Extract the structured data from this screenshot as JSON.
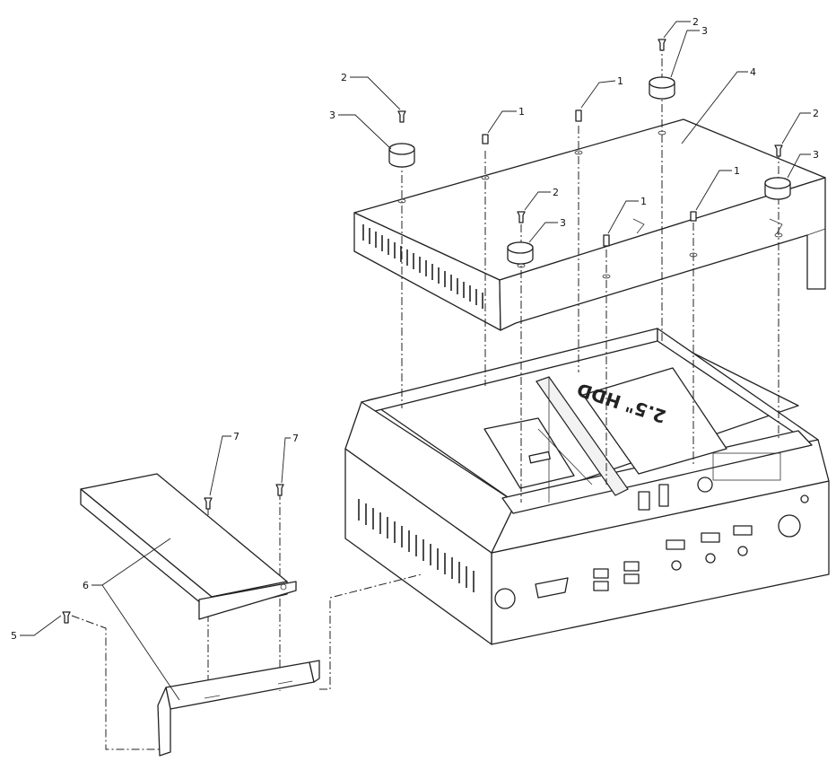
{
  "diagram": {
    "hdd_label": "2.5\" HDD",
    "callouts": [
      {
        "id": "c2a",
        "text": "2"
      },
      {
        "id": "c3a",
        "text": "3"
      },
      {
        "id": "c1a",
        "text": "1"
      },
      {
        "id": "c1b",
        "text": "1"
      },
      {
        "id": "c2b",
        "text": "2"
      },
      {
        "id": "c3b",
        "text": "3"
      },
      {
        "id": "c4",
        "text": "4"
      },
      {
        "id": "c2c",
        "text": "2"
      },
      {
        "id": "c3c",
        "text": "3"
      },
      {
        "id": "c2d",
        "text": "2"
      },
      {
        "id": "c3d",
        "text": "3"
      },
      {
        "id": "c1c",
        "text": "1"
      },
      {
        "id": "c1d",
        "text": "1"
      },
      {
        "id": "c7a",
        "text": "7"
      },
      {
        "id": "c7b",
        "text": "7"
      },
      {
        "id": "c5",
        "text": "5"
      },
      {
        "id": "c6",
        "text": "6"
      }
    ]
  }
}
